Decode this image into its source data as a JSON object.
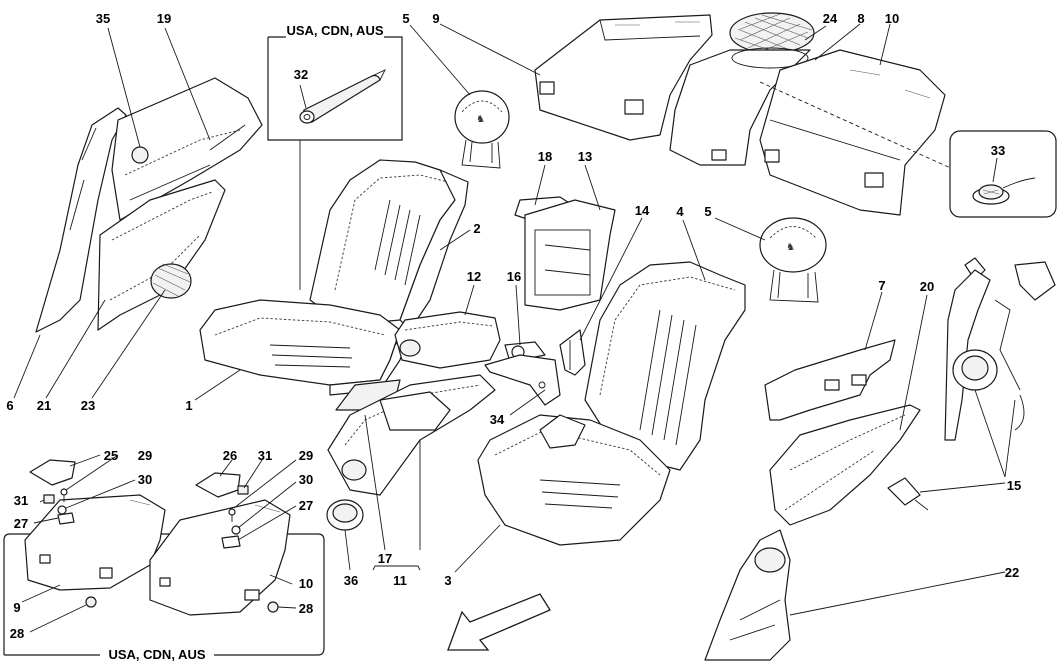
{
  "region_labels": {
    "top_box": "USA, CDN, AUS",
    "bottom_box": "USA, CDN, AUS"
  },
  "callouts": {
    "n35": "35",
    "n19": "19",
    "n5a": "5",
    "n9a": "9",
    "n24": "24",
    "n8": "8",
    "n10a": "10",
    "n32": "32",
    "n2": "2",
    "n18": "18",
    "n13": "13",
    "n14": "14",
    "n4": "4",
    "n5b": "5",
    "n33": "33",
    "n12": "12",
    "n16": "16",
    "n7": "7",
    "n20": "20",
    "n6": "6",
    "n21": "21",
    "n23": "23",
    "n1": "1",
    "n34": "34",
    "n15": "15",
    "n25": "25",
    "n29a": "29",
    "n30a": "30",
    "n26": "26",
    "n31a": "31",
    "n29b": "29",
    "n31b": "31",
    "n30b": "30",
    "n27a": "27",
    "n27b": "27",
    "n10b": "10",
    "n9b": "9",
    "n28a": "28",
    "n28b": "28",
    "n36": "36",
    "n17": "17",
    "n11": "11",
    "n3": "3",
    "n22": "22"
  },
  "icons": {
    "direction_arrow": "arrow-down-left-icon"
  }
}
